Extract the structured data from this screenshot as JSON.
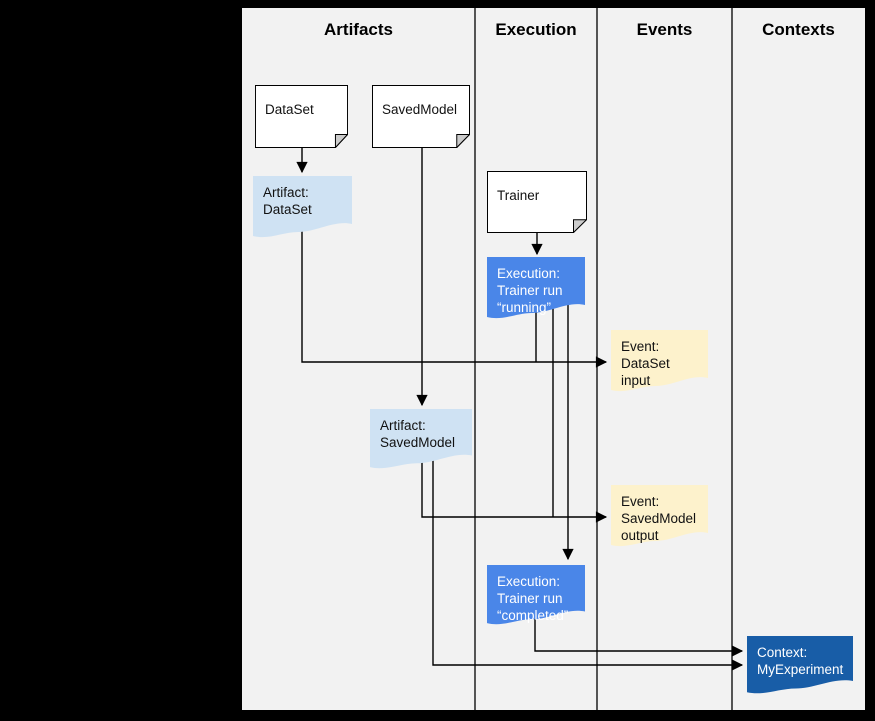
{
  "diagram": {
    "columns": [
      "Artifacts",
      "Execution",
      "Events",
      "Contexts"
    ],
    "nodes": {
      "dataset": "DataSet",
      "savedmodel": "SavedModel",
      "trainer": "Trainer",
      "artifact_dataset": "Artifact:\nDataSet",
      "execution_running": "Execution:\nTrainer run\n“running”",
      "event_dataset_input": "Event:\nDataSet input",
      "artifact_savedmodel": "Artifact:\nSavedModel",
      "event_savedmodel_output": "Event:\nSavedModel\noutput",
      "execution_completed": "Execution:\nTrainer run\n“completed”",
      "context_myexperiment": "Context:\nMyExperiment"
    },
    "colors": {
      "canvas_background": "#000000",
      "panel_background": "#f2f2f2",
      "document_fill": "#ffffff",
      "document_fold": "#cccccc",
      "artifact_fill": "#cfe2f3",
      "execution_fill": "#4a86e8",
      "event_fill": "#fdf2cc",
      "context_fill": "#185da7",
      "line_color": "#000000"
    }
  }
}
